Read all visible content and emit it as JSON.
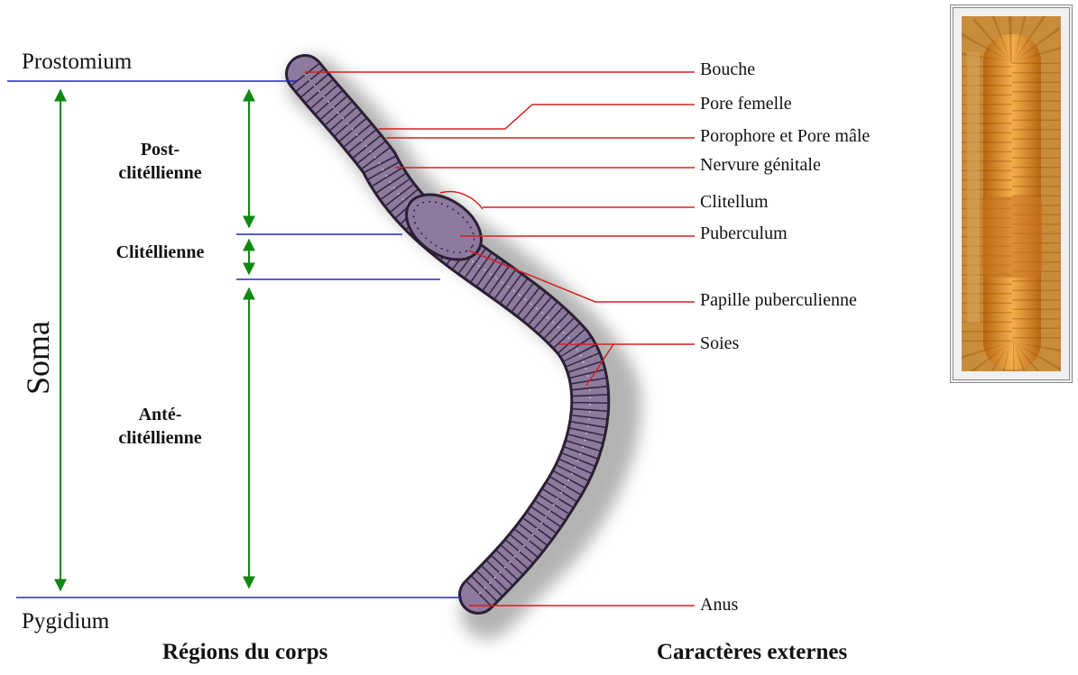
{
  "landmarks": {
    "prostomium": "Prostomium",
    "pygidium": "Pygidium",
    "soma": "Soma"
  },
  "regions": {
    "post_1": "Post-",
    "post_2": "clitéllienne",
    "clitellienne": "Clitéllienne",
    "ante_1": "Anté-",
    "ante_2": "clitéllienne"
  },
  "features": [
    "Bouche",
    "Pore femelle",
    "Porophore et Pore mâle",
    "Nervure génitale",
    "Clitellum",
    "Puberculum",
    "Papille puberculienne",
    "Soies",
    "Anus"
  ],
  "captions": {
    "left": "Régions du corps",
    "right": "Caractères externes"
  },
  "colors": {
    "blue_line": "#1f2bb0",
    "green_arrow": "#118811",
    "red_line": "#d42020",
    "worm_fill": "#8e7a9e",
    "worm_outline": "#2a1f33",
    "photo_worm": "#e8962e"
  }
}
